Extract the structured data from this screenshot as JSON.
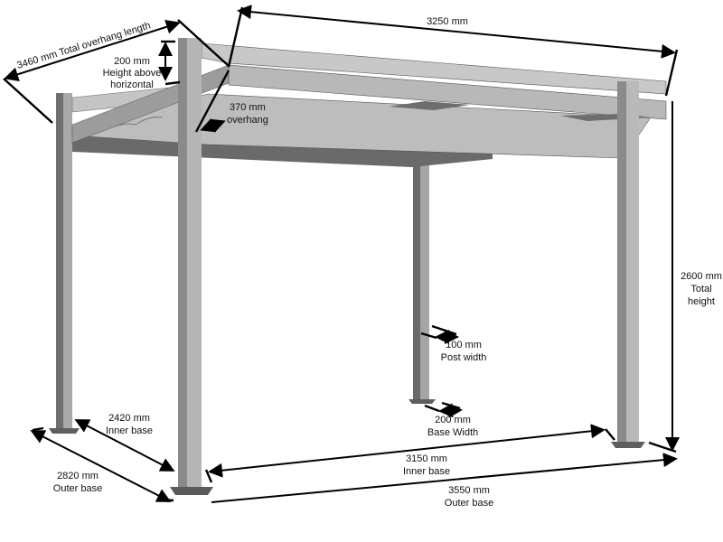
{
  "labels": {
    "overhang_length": "3460 mm Total overhang length",
    "top_width": "3250 mm",
    "height_above_value": "200 mm",
    "height_above_line1": "Height above",
    "height_above_line2": "horizontal",
    "overhang_value": "370 mm",
    "overhang_text": "overhang",
    "total_height_value": "2600 mm",
    "total_height_line1": "Total",
    "total_height_line2": "height",
    "post_width_value": "100 mm",
    "post_width_text": "Post width",
    "base_width_value": "200 mm",
    "base_width_text": "Base Width",
    "inner_side_value": "2420 mm",
    "inner_side_text": "Inner base",
    "outer_side_value": "2820 mm",
    "outer_side_text": "Outer base",
    "inner_front_value": "3150 mm",
    "inner_front_text": "Inner base",
    "outer_front_value": "3550 mm",
    "outer_front_text": "Outer base"
  }
}
